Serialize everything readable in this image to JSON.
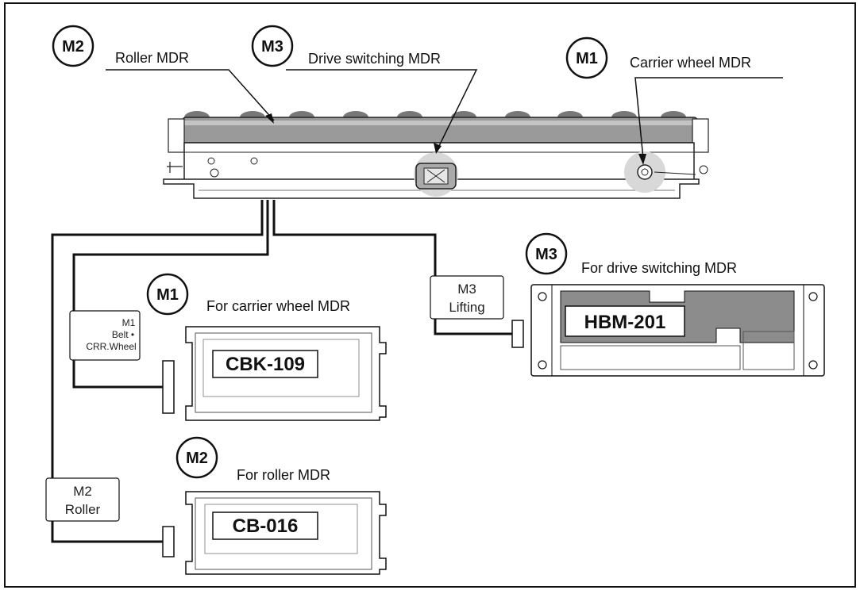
{
  "labels": {
    "roller_mdr": "Roller MDR",
    "drive_switching_mdr": "Drive switching MDR",
    "carrier_wheel_mdr": "Carrier wheel MDR",
    "for_carrier_wheel": "For carrier wheel MDR",
    "for_roller": "For roller MDR",
    "for_drive_switching": "For drive switching MDR"
  },
  "badges": {
    "m1": "M1",
    "m2": "M2",
    "m3": "M3"
  },
  "models": {
    "cbk": "CBK-109",
    "cb": "CB-016",
    "hbm": "HBM-201"
  },
  "cable_tags": {
    "m1_line1": "M1",
    "m1_line2": "Belt •",
    "m1_line3": "CRR.Wheel",
    "m2_line1": "M2",
    "m2_line2": "Roller",
    "m3_line1": "M3",
    "m3_line2": "Lifting"
  },
  "colors": {
    "roller_fill": "#9a9a9a",
    "highlight": "#d8d8d8",
    "hbm_panel": "#8c8c8c"
  }
}
